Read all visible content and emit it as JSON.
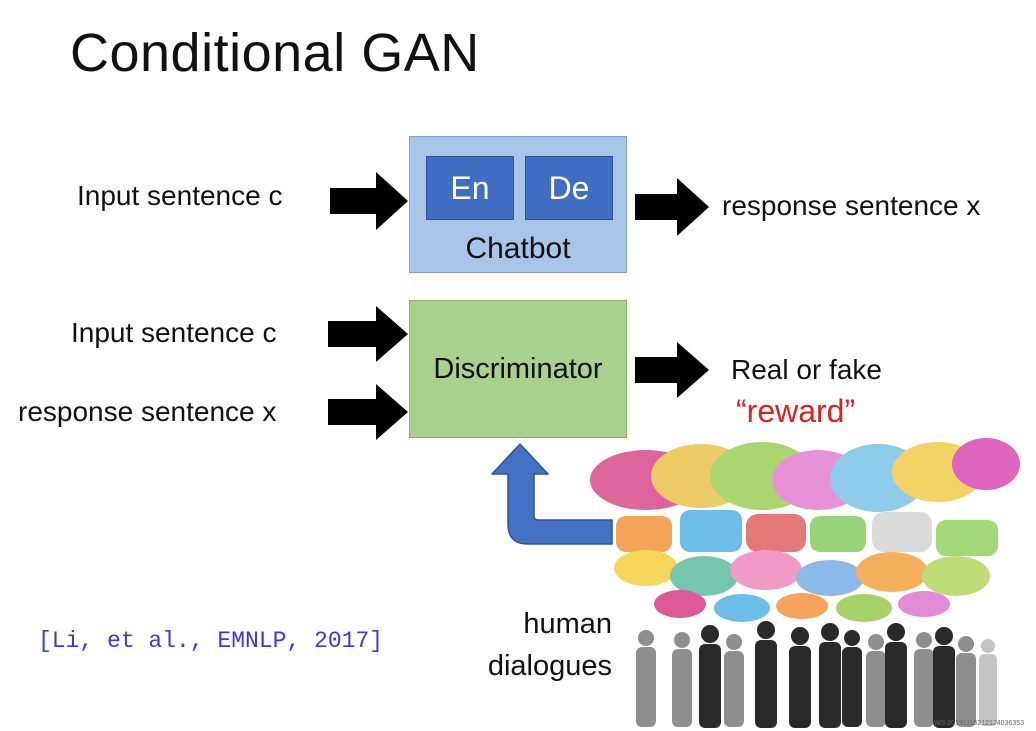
{
  "slide": {
    "title": "Conditional GAN"
  },
  "chatbot": {
    "input_label": "Input sentence c",
    "encoder_label": "En",
    "decoder_label": "De",
    "box_label": "Chatbot",
    "output_label": "response sentence x",
    "box_color": "#a8c4e6",
    "block_color": "#3f6ec3"
  },
  "discriminator": {
    "input_c_label": "Input sentence c",
    "input_x_label": "response sentence x",
    "box_label": "Discriminator",
    "output_label": "Real or fake",
    "reward_label": "“reward”",
    "box_color": "#a9d18e",
    "reward_color": "#e02020"
  },
  "human": {
    "label_line1": "human",
    "label_line2": "dialogues",
    "arrow_color": "#4472c4"
  },
  "citation": "[Li, et al., EMNLP, 2017]",
  "watermark": "WS:20191116212124036353"
}
